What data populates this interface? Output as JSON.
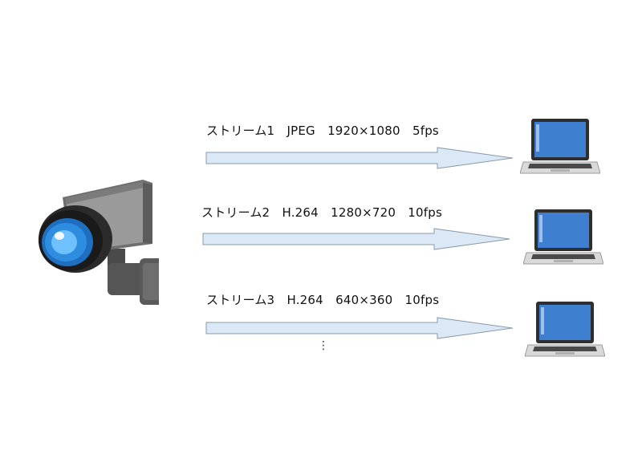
{
  "streams": [
    {
      "label": "ストリーム1　JPEG　1920×1080　5fps"
    },
    {
      "label": "ストリーム2　H.264　1280×720　10fps"
    },
    {
      "label": "ストリーム3　H.264　640×360　10fps"
    }
  ],
  "ellipsis": "⋮",
  "icons": {
    "source": "security-camera-icon",
    "client": "laptop-icon"
  },
  "colors": {
    "arrow_fill": "#dbe9f6",
    "arrow_stroke": "#8a9aab",
    "camera_body": "#8c8c8c",
    "camera_lens": "#2f8de0",
    "laptop_screen": "#3f7fcf"
  }
}
